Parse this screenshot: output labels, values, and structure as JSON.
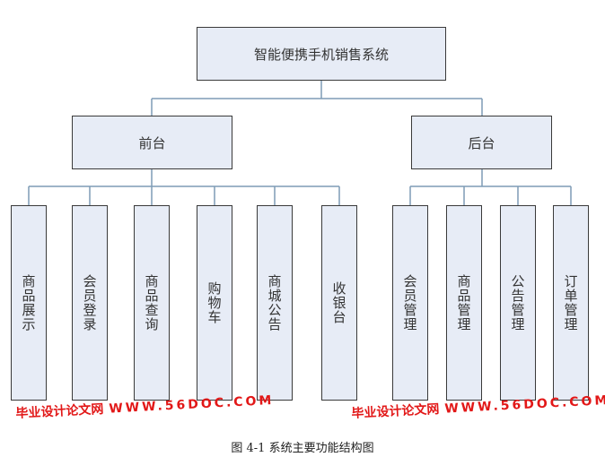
{
  "root": "智能便携手机销售系统",
  "front": {
    "label": "前台",
    "children": [
      "商品展示",
      "会员登录",
      "商品查询",
      "购物车",
      "商城公告",
      "收银台"
    ]
  },
  "back": {
    "label": "后台",
    "children": [
      "会员管理",
      "商品管理",
      "公告管理",
      "订单管理"
    ]
  },
  "caption": "图 4-1  系统主要功能结构图",
  "watermark": {
    "cn": "毕业设计论文网",
    "url": "WWW.56DOC.COM"
  },
  "colors": {
    "fill": "#e7ecf6",
    "line": "#7f9cb5",
    "watermark": "#e21818"
  }
}
